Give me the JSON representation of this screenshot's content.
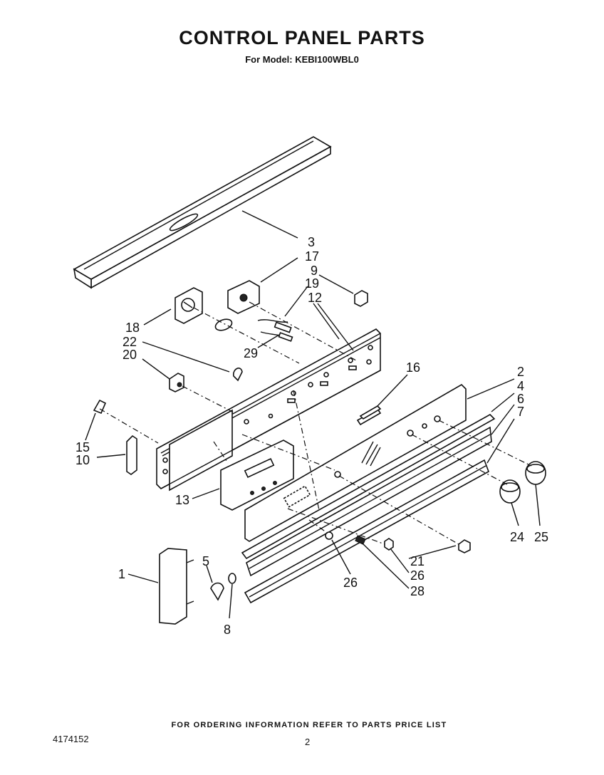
{
  "header": {
    "title": "CONTROL PANEL PARTS",
    "model_line": "For Model: KEBI100WBL0"
  },
  "footer": {
    "ordering_note": "FOR ORDERING INFORMATION REFER TO PARTS PRICE LIST",
    "document_number": "4174152",
    "page_number": "2"
  },
  "callouts": [
    {
      "id": "c3",
      "text": "3"
    },
    {
      "id": "c17",
      "text": "17"
    },
    {
      "id": "c9",
      "text": "9"
    },
    {
      "id": "c19",
      "text": "19"
    },
    {
      "id": "c12",
      "text": "12"
    },
    {
      "id": "c18",
      "text": "18"
    },
    {
      "id": "c22",
      "text": "22"
    },
    {
      "id": "c20",
      "text": "20"
    },
    {
      "id": "c29",
      "text": "29"
    },
    {
      "id": "c16",
      "text": "16"
    },
    {
      "id": "c2",
      "text": "2"
    },
    {
      "id": "c4",
      "text": "4"
    },
    {
      "id": "c6",
      "text": "6"
    },
    {
      "id": "c7",
      "text": "7"
    },
    {
      "id": "c15",
      "text": "15"
    },
    {
      "id": "c10",
      "text": "10"
    },
    {
      "id": "c13",
      "text": "13"
    },
    {
      "id": "c1",
      "text": "1"
    },
    {
      "id": "c5",
      "text": "5"
    },
    {
      "id": "c8",
      "text": "8"
    },
    {
      "id": "c26a",
      "text": "26"
    },
    {
      "id": "c21",
      "text": "21"
    },
    {
      "id": "c26b",
      "text": "26"
    },
    {
      "id": "c28",
      "text": "28"
    },
    {
      "id": "c24",
      "text": "24"
    },
    {
      "id": "c25",
      "text": "25"
    }
  ]
}
